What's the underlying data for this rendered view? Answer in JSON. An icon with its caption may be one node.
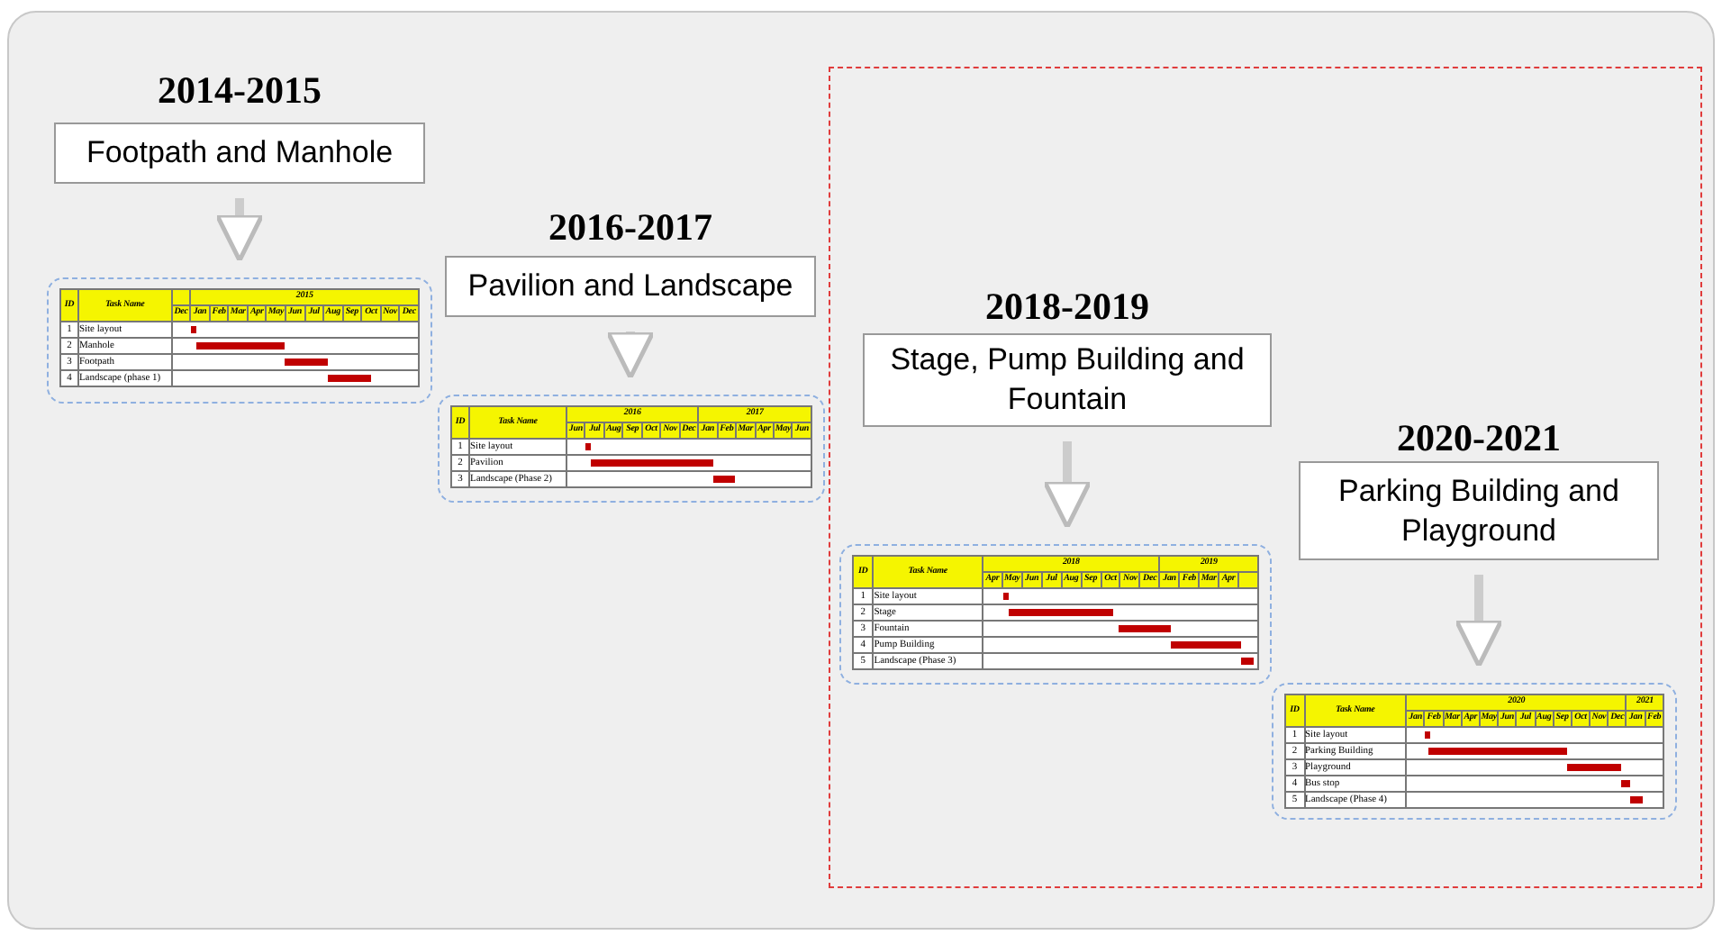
{
  "diagram": {
    "nodes": [
      {
        "text": [
          "2014-2015",
          "Footpath and Manhole"
        ]
      },
      {
        "text": [],
        "shape": "box"
      },
      {
        "text": [
          "2016-2017",
          "Pavilion and Landscape"
        ]
      },
      {
        "text": [],
        "shape": "box"
      },
      {
        "text": [],
        "shape": "box"
      },
      {
        "text": [
          "2018-2019",
          "Stage, Pump Building and Fountain"
        ],
        "in": 4
      },
      {
        "text": [],
        "shape": "box",
        "in": 4
      },
      {
        "text": [
          "2020-2021",
          "Parking Building and Playground"
        ],
        "in": 4
      },
      {
        "text": [],
        "shape": "box",
        "in": 4
      }
    ],
    "edges": [
      {
        "from": 0,
        "to": 1,
        "arrow": "to"
      },
      {
        "from": 2,
        "to": 3,
        "arrow": "to"
      },
      {
        "from": 5,
        "to": 6,
        "arrow": "to"
      },
      {
        "from": 7,
        "to": 8,
        "arrow": "to"
      }
    ],
    "labels": [
      "ID",
      "Task Name",
      "2015",
      "Dec",
      "Jan",
      "Feb",
      "Mar",
      "Apr",
      "May",
      "Jun",
      "Jul",
      "Aug",
      "Sep",
      "Oct",
      "Nov",
      "Dec",
      "1",
      "Site layout",
      "2",
      "Manhole",
      "3",
      "Footpath",
      "4",
      "Landscape (phase 1)",
      "ID",
      "Task Name",
      "2016",
      "2017",
      "Jun",
      "Jul",
      "Aug",
      "Sep",
      "Oct",
      "Nov",
      "Dec",
      "Jan",
      "Feb",
      "Mar",
      "Apr",
      "May",
      "Jun",
      "1",
      "Site layout",
      "2",
      "Pavilion",
      "3",
      "Landscape (Phase 2)",
      "ID",
      "Task Name",
      "2018",
      "2019",
      "Apr",
      "May",
      "Jun",
      "Jul",
      "Aug",
      "Sep",
      "Oct",
      "Nov",
      "Dec",
      "Jan",
      "Feb",
      "Mar",
      "Apr",
      "1",
      "Site layout",
      "2",
      "Stage",
      "3",
      "Fountain",
      "4",
      "Pump Building",
      "5",
      "Landscape (Phase 3)",
      "ID",
      "Task Name",
      "2020",
      "2021",
      "Jan",
      "Feb",
      "Mar",
      "Apr",
      "May",
      "Jun",
      "Jul",
      "Aug",
      "Sep",
      "Oct",
      "Nov",
      "Dec",
      "Jan",
      "Feb",
      "1",
      "Site layout",
      "2",
      "Parking Building",
      "3",
      "Playground",
      "4",
      "Bus stop",
      "5",
      "Landscape (Phase 4)"
    ]
  }
}
